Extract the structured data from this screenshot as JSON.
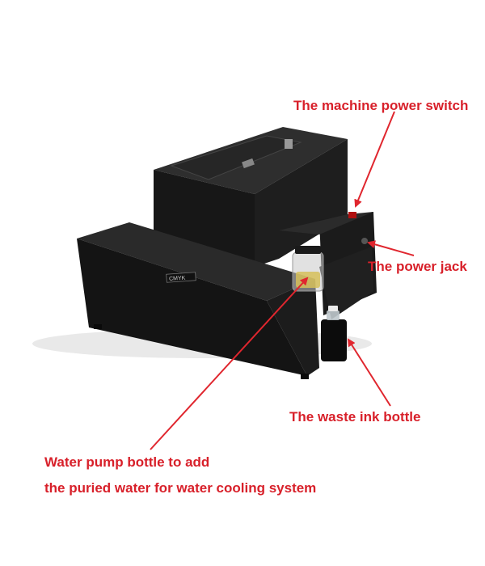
{
  "colors": {
    "label": "#d8202a",
    "arrow": "#e0262e",
    "machine_dark": "#141414",
    "machine_mid": "#232323",
    "machine_light": "#3a3a3a"
  },
  "labels": {
    "power_switch": "The machine power switch",
    "power_jack": "The power jack",
    "waste_ink_bottle": "The waste ink bottle",
    "water_pump_line1": "Water pump bottle to add",
    "water_pump_line2": "the puried water for water cooling system"
  },
  "device": {
    "brand_text": "CMYK"
  }
}
